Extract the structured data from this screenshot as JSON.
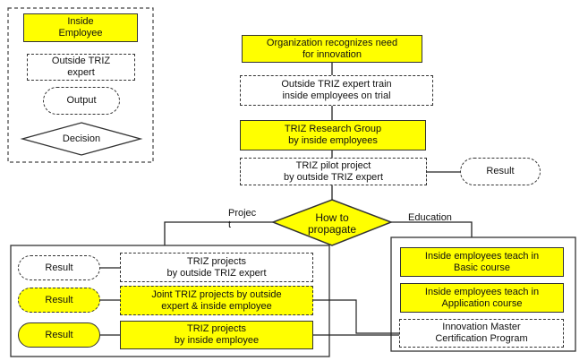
{
  "legend": {
    "inside_employee": "Inside\nEmployee",
    "outside_expert": "Outside TRIZ\nexpert",
    "output": "Output",
    "decision": "Decision"
  },
  "flow": {
    "recognize": "Organization recognizes need\nfor innovation",
    "train": "Outside TRIZ expert train\ninside employees on trial",
    "research_group": "TRIZ Research Group\nby inside employees",
    "pilot": "TRIZ pilot project\nby outside TRIZ expert",
    "pilot_result": "Result",
    "decision": "How to\npropagate",
    "branch_project": "Projec\nt",
    "branch_education": "Education"
  },
  "projects": {
    "outside": "TRIZ projects\nby outside TRIZ expert",
    "joint": "Joint TRIZ projects by outside\nexpert & inside employee",
    "inside": "TRIZ projects\nby inside employee",
    "result_outside": "Result",
    "result_joint": "Result",
    "result_inside": "Result"
  },
  "education": {
    "basic": "Inside employees teach in\nBasic course",
    "application": "Inside employees teach in\nApplication course",
    "master": "Innovation Master\nCertification Program"
  },
  "colors": {
    "inside_fill": "#ffff00",
    "outline": "#333333"
  }
}
